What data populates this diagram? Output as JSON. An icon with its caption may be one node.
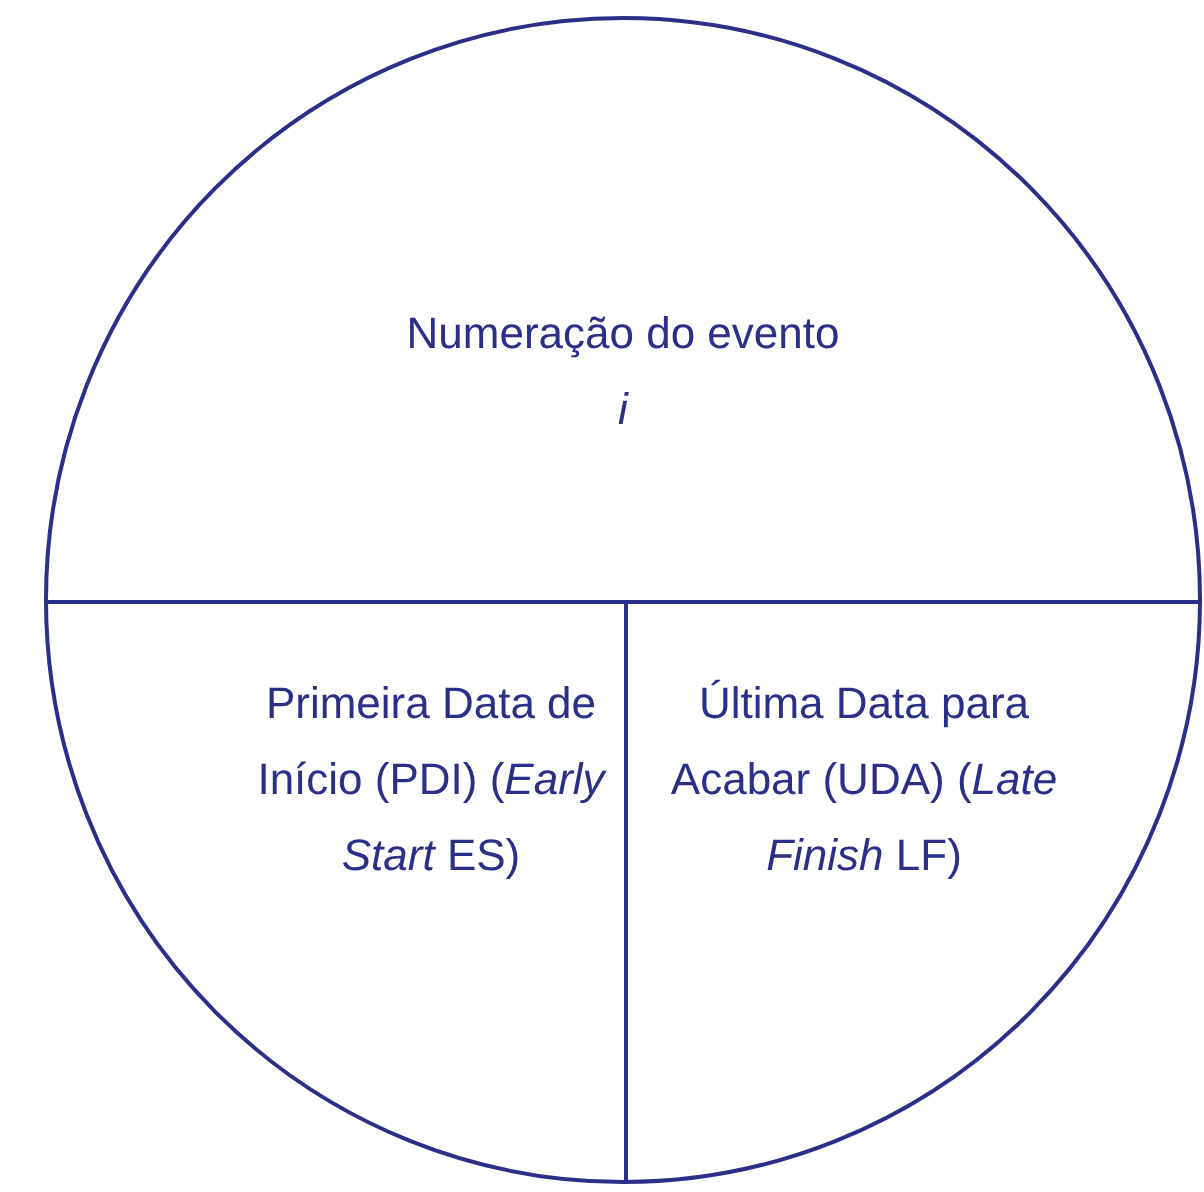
{
  "diagram": {
    "nodes": [
      {
        "text": [],
        "shape": "circle"
      },
      {
        "text": [
          "Numeração do evento *i*"
        ],
        "in": 0
      },
      {
        "text": [
          "Primeira Data de Início (PDI) (*Early Start* ES)"
        ],
        "in": 0
      },
      {
        "text": [
          "Última Data para Acabar (UDA) (*Late Finish* LF)"
        ],
        "in": 0
      }
    ]
  }
}
